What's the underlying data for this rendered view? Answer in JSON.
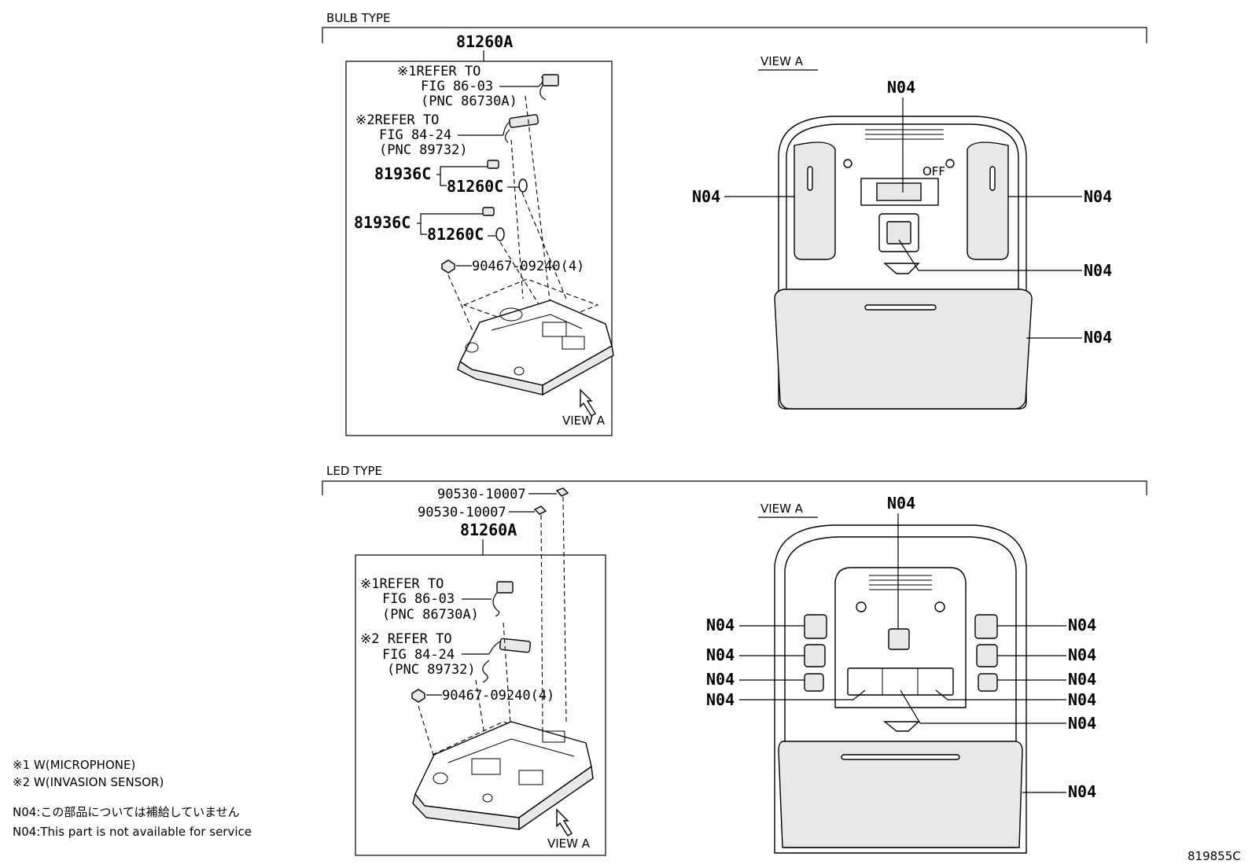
{
  "sections": {
    "bulb": {
      "title": "BULB TYPE",
      "assembly": "81260A",
      "ref1": [
        "※1REFER TO",
        "FIG 86-03",
        "(PNC 86730A)"
      ],
      "ref2": [
        "※2REFER TO",
        "FIG 84-24",
        "(PNC 89732)"
      ],
      "parts": [
        "81936C",
        "81260C",
        "81936C",
        "81260C",
        "90467-09240(4)"
      ],
      "view_label": "VIEW A",
      "view_title": "VIEW A",
      "switch_off": "OFF"
    },
    "led": {
      "title": "LED TYPE",
      "parts": [
        "90530-10007",
        "90530-10007",
        "81260A",
        "90467-09240(4)"
      ],
      "ref1": [
        "※1REFER TO",
        "FIG 86-03",
        "(PNC 86730A)"
      ],
      "ref2": [
        "※2 REFER TO",
        "FIG 84-24",
        "(PNC 89732)"
      ],
      "view_label": "VIEW A",
      "view_title": "VIEW A"
    }
  },
  "callout": "N04",
  "notes": [
    "※1 W(MICROPHONE)",
    "※2 W(INVASION SENSOR)",
    "N04:この部品については補給していません",
    "N04:This part is not available for service"
  ],
  "figure_id": "819855C"
}
